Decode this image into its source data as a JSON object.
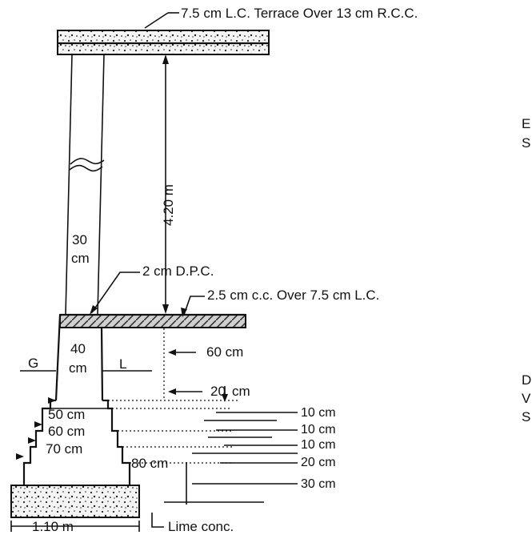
{
  "labels": {
    "terrace": "7.5 cm L.C. Terrace Over 13 cm R.C.C.",
    "height": "4.20 m",
    "wall_thickness_top": "30",
    "wall_thickness_top_unit": "cm",
    "dpc": "2 cm D.P.C.",
    "floor": "2.5 cm c.c. Over 7.5 cm L.C.",
    "plinth_thickness": "40",
    "plinth_thickness_unit": "cm",
    "offset_g": "G",
    "offset_l": "L",
    "plinth_height": "60 cm",
    "footing_depth": "20",
    "footing_depth_unit": "cm",
    "step1_width": "50 cm",
    "step2_width": "60 cm",
    "step3_width": "70 cm",
    "step4_width": "80 cm",
    "step1_height": "10 cm",
    "step2_height": "10 cm",
    "step3_height": "10 cm",
    "step4_height": "20 cm",
    "base_height": "30 cm",
    "base_width": "1.10 m",
    "lime_conc": "Lime conc."
  },
  "edge_fragments": {
    "frag1": "E",
    "frag2": "S",
    "frag3": "D",
    "frag4": "V",
    "frag5": "S"
  }
}
